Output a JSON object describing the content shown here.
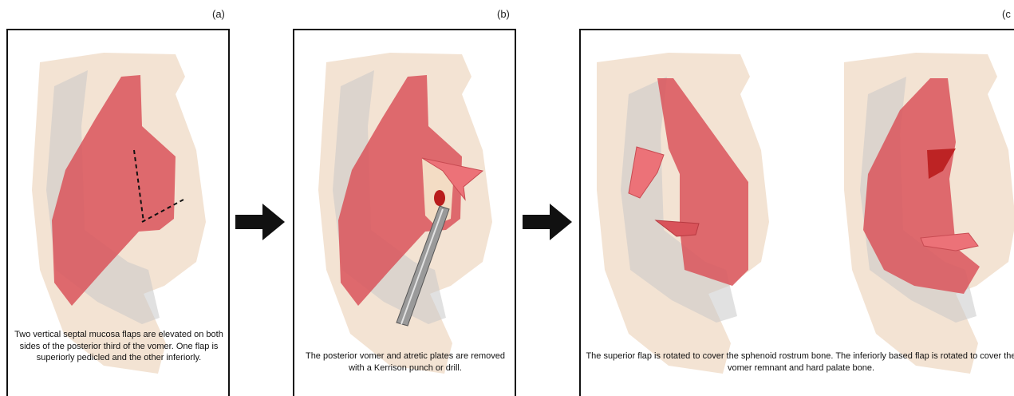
{
  "panels": [
    {
      "label": "(a)",
      "caption": "Two vertical septal mucosa flaps are elevated on both sides of the posterior third of the vomer. One flap is superiorly pedicled and the other inferiorly."
    },
    {
      "label": "(b)",
      "caption": "The posterior vomer and atretic plates are removed with a Kerrison punch or drill."
    },
    {
      "label": "(c",
      "caption": "The superior flap is rotated to cover the sphenoid rostrum bone. The inferiorly based flap is rotated to cover the vomer remnant and hard palate bone."
    }
  ],
  "colors": {
    "mucosa": "#d9535a",
    "bone": "#efd9c4",
    "shadow": "#c9c9c9",
    "flap": "#ec7278",
    "dark_tissue": "#b91c1c",
    "instrument": "#9a9a9a"
  }
}
